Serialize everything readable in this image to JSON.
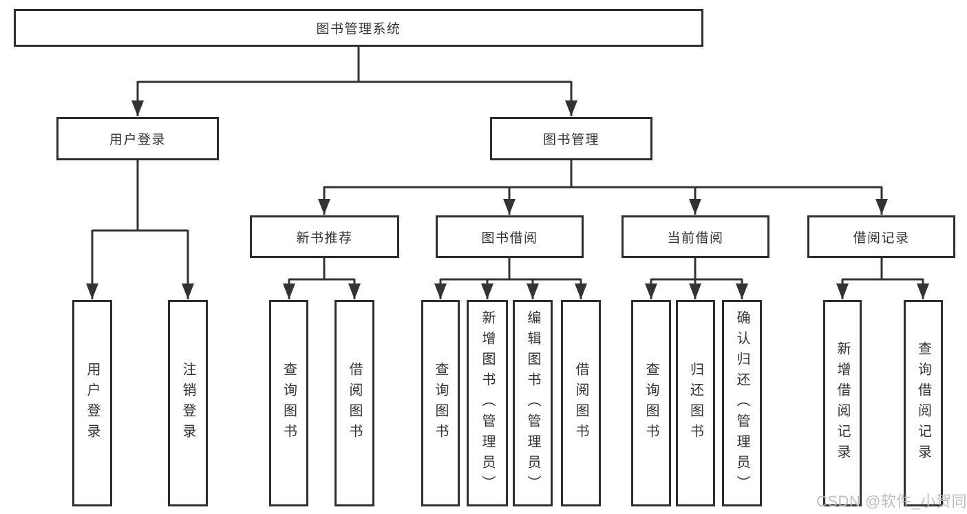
{
  "colors": {
    "line": "#333333",
    "box_border": "#2e2e2e",
    "text": "#333333",
    "background": "#ffffff",
    "watermark": "#b9b9b9"
  },
  "watermark": "CSDN @软件_小贺同学",
  "diagram": {
    "type": "tree",
    "root": {
      "label": "图书管理系统"
    },
    "branches": [
      {
        "label": "用户登录",
        "children": [
          {
            "label": "用户登录"
          },
          {
            "label": "注销登录"
          }
        ]
      },
      {
        "label": "图书管理",
        "sections": [
          {
            "label": "新书推荐",
            "children": [
              {
                "label": "查询图书"
              },
              {
                "label": "借阅图书"
              }
            ]
          },
          {
            "label": "图书借阅",
            "children": [
              {
                "label": "查询图书"
              },
              {
                "label": "新增图书（管理员）"
              },
              {
                "label": "编辑图书（管理员）"
              },
              {
                "label": "借阅图书"
              }
            ]
          },
          {
            "label": "当前借阅",
            "children": [
              {
                "label": "查询图书"
              },
              {
                "label": "归还图书"
              },
              {
                "label": "确认归还（管理员）"
              }
            ]
          },
          {
            "label": "借阅记录",
            "children": [
              {
                "label": "新增借阅记录"
              },
              {
                "label": "查询借阅记录"
              }
            ]
          }
        ]
      }
    ]
  }
}
